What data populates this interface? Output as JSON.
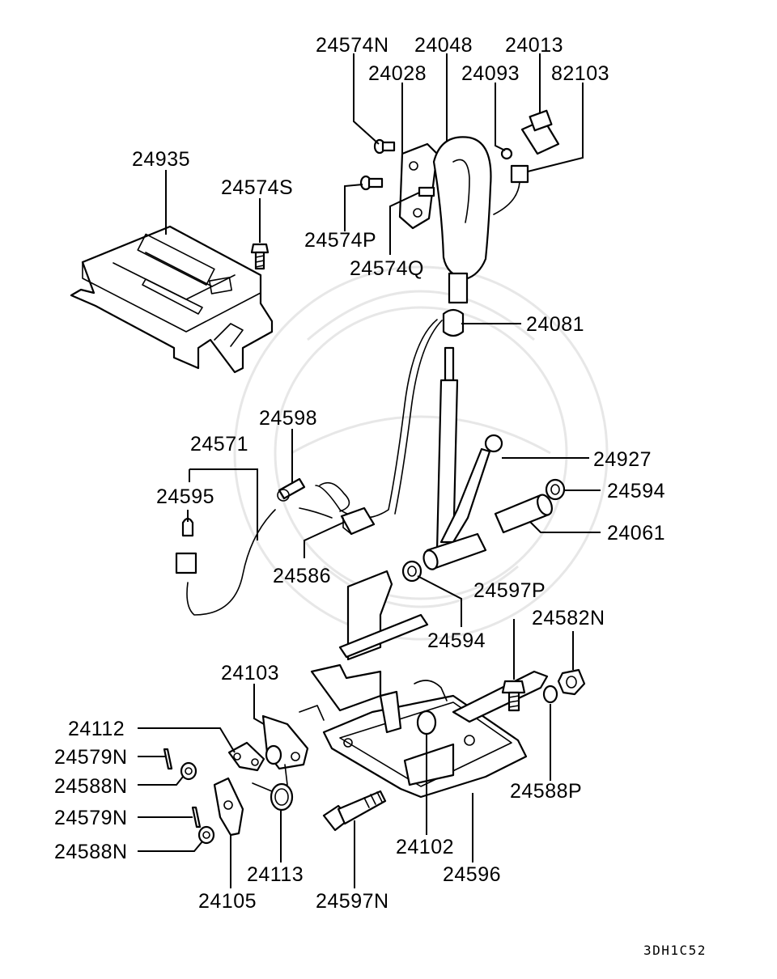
{
  "diagram_code": "3DH1C52",
  "labels": {
    "p24574N": "24574N",
    "p24048": "24048",
    "p24013": "24013",
    "p24028": "24028",
    "p24093": "24093",
    "p82103": "82103",
    "p24935": "24935",
    "p24574S": "24574S",
    "p24574P": "24574P",
    "p24574Q": "24574Q",
    "p24081": "24081",
    "p24598": "24598",
    "p24571": "24571",
    "p24927": "24927",
    "p24594a": "24594",
    "p24595": "24595",
    "p24061": "24061",
    "p24586": "24586",
    "p24597P": "24597P",
    "p24582N": "24582N",
    "p24594b": "24594",
    "p24103": "24103",
    "p24112": "24112",
    "p24579Na": "24579N",
    "p24588N_a": "24588N",
    "p24588P": "24588P",
    "p24579Nb": "24579N",
    "p24588N_b": "24588N",
    "p24102": "24102",
    "p24113": "24113",
    "p24596": "24596",
    "p24105": "24105",
    "p24597N": "24597N"
  }
}
